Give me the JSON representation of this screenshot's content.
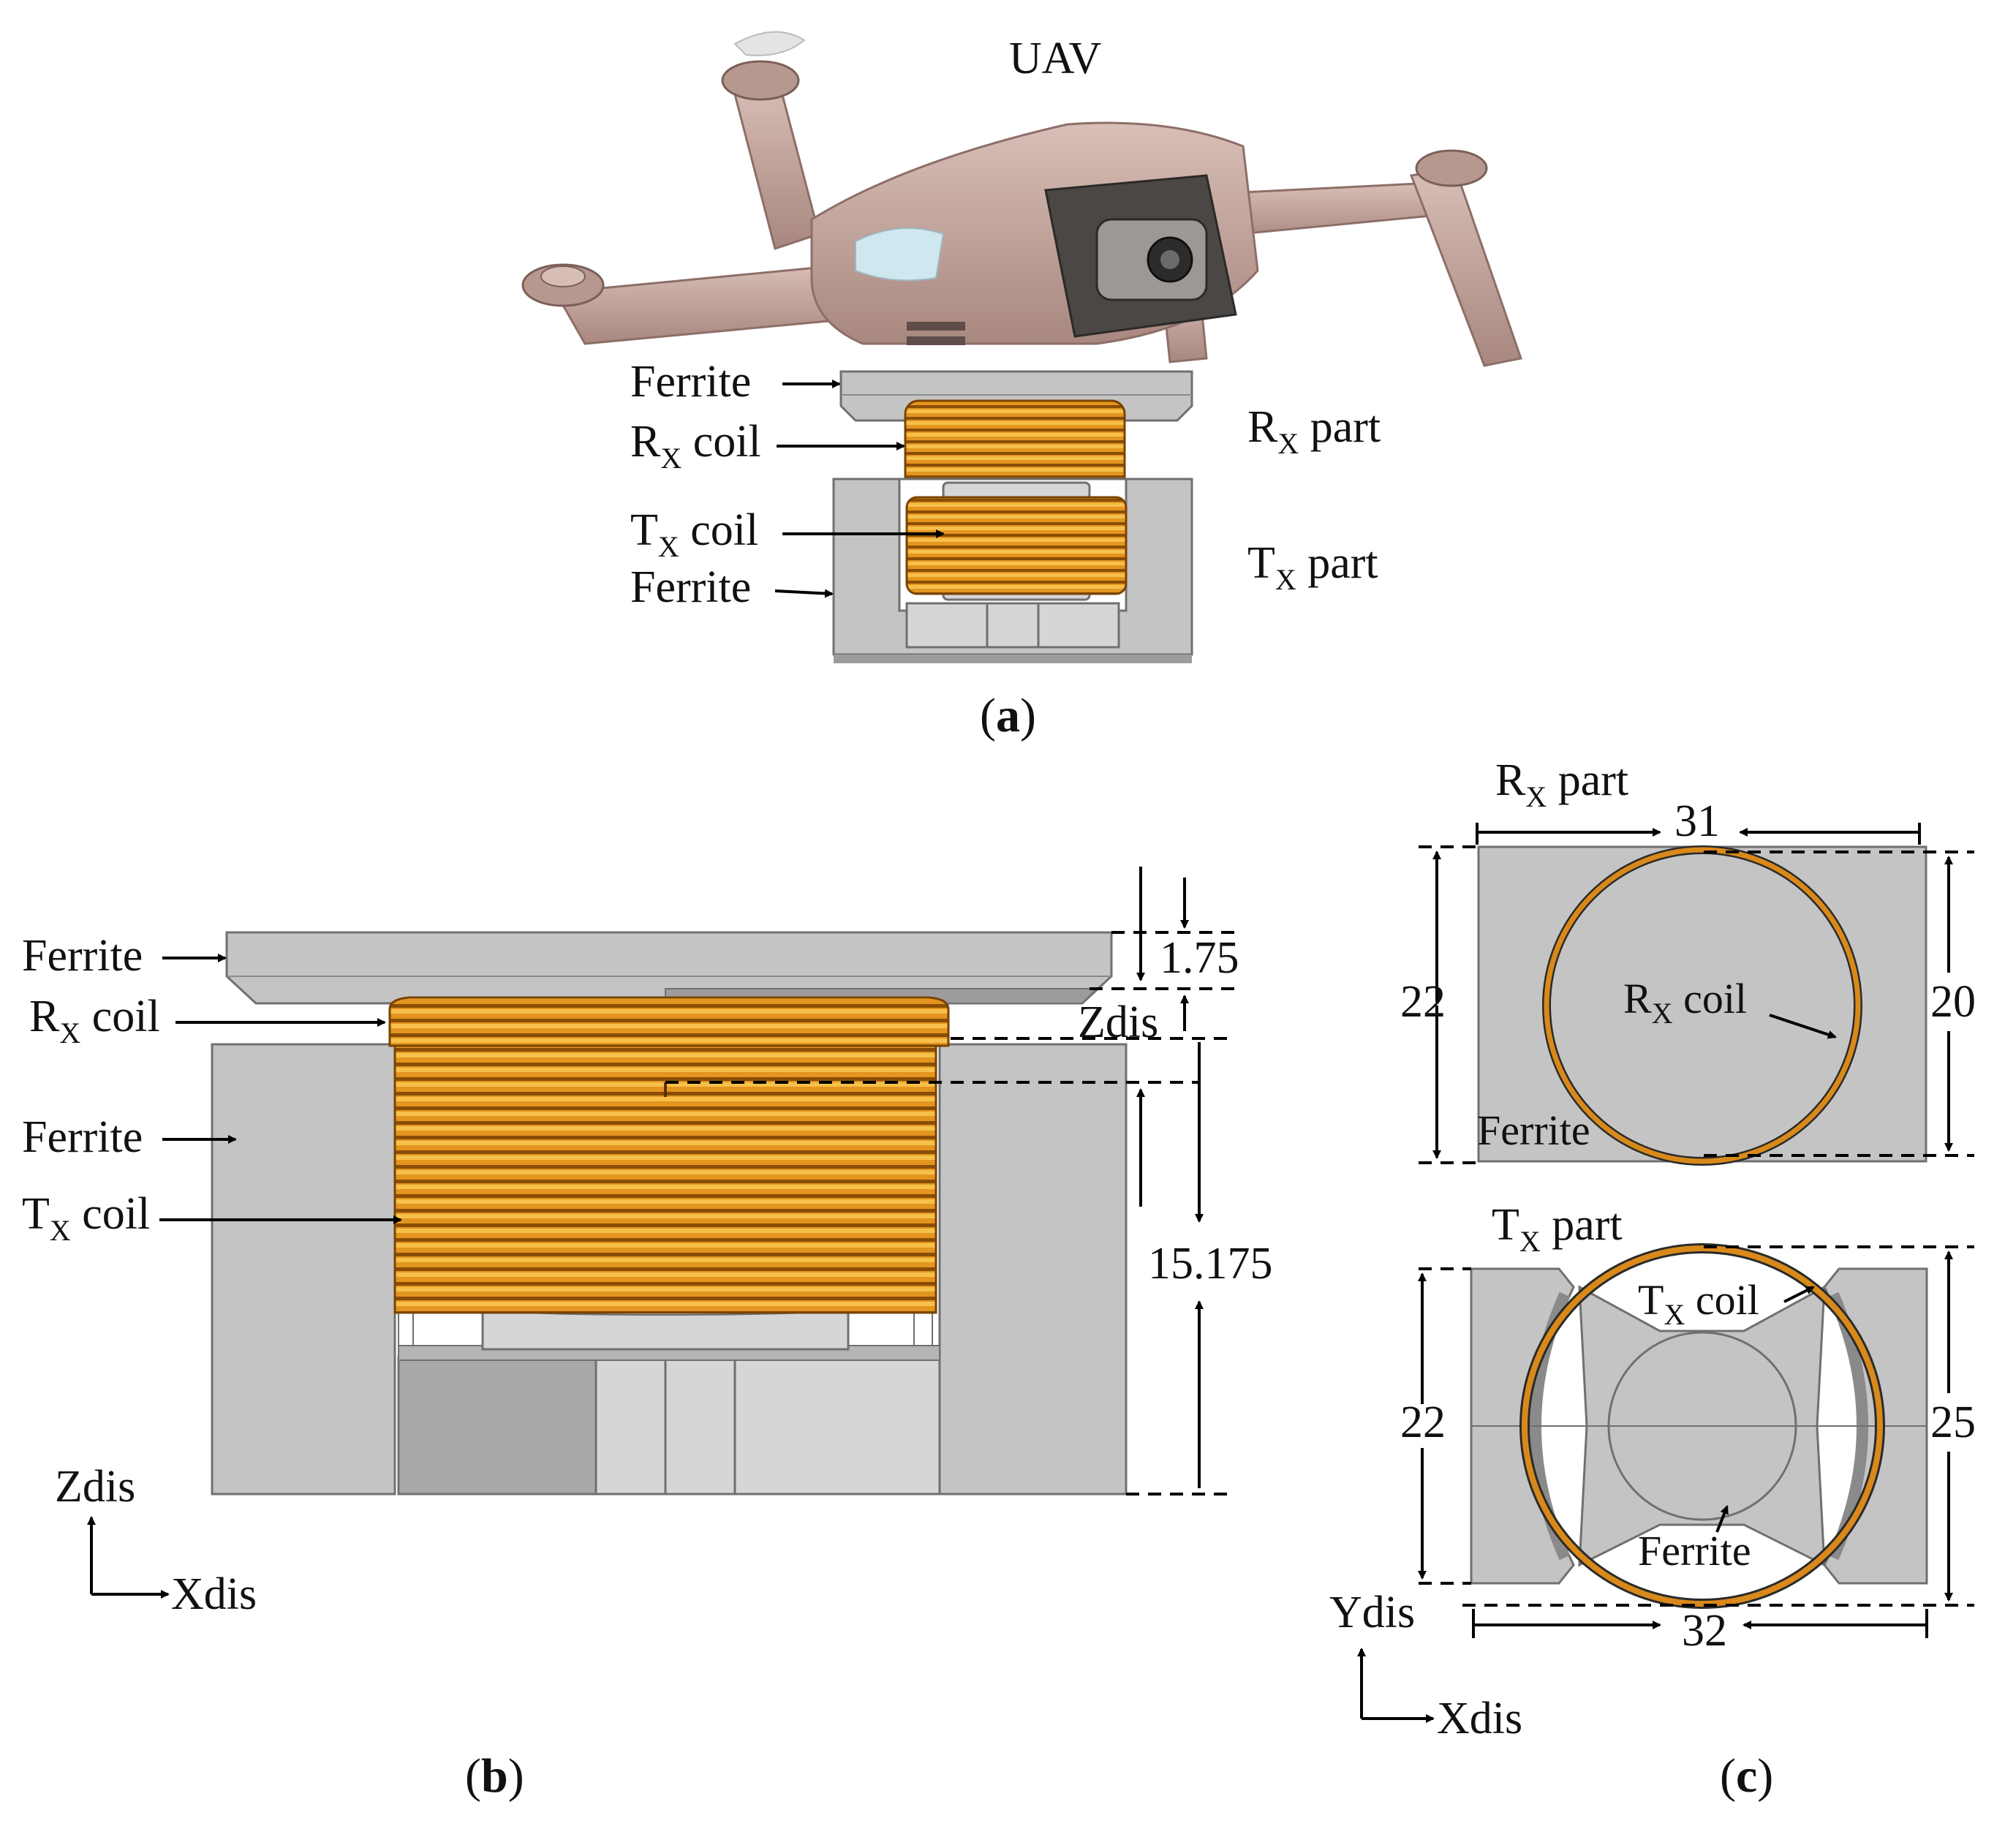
{
  "panel_a": {
    "uav_label": "UAV",
    "ferrite_top": "Ferrite",
    "rx_coil_main": "R",
    "rx_coil_sub": "X",
    "rx_coil_rest": " coil",
    "tx_coil_main": "T",
    "tx_coil_sub": "X",
    "tx_coil_rest": " coil",
    "ferrite_bottom": "Ferrite",
    "rx_part_main": "R",
    "rx_part_sub": "X",
    "rx_part_rest": " part",
    "tx_part_main": "T",
    "tx_part_sub": "X",
    "tx_part_rest": " part",
    "caption_open": "(",
    "caption_letter": "a",
    "caption_close": ")"
  },
  "panel_b": {
    "ferrite_top": "Ferrite",
    "rx_coil_main": "R",
    "rx_coil_sub": "X",
    "rx_coil_rest": " coil",
    "ferrite_side": "Ferrite",
    "tx_coil_main": "T",
    "tx_coil_sub": "X",
    "tx_coil_rest": " coil",
    "dim_thickness": "1.75",
    "dim_gap": "Zdis",
    "dim_height": "15.175",
    "axis_vertical": "Zdis",
    "axis_horizontal": "Xdis",
    "caption_open": "(",
    "caption_letter": "b",
    "caption_close": ")"
  },
  "panel_c": {
    "rx_part_main": "R",
    "rx_part_sub": "X",
    "rx_part_rest": " part",
    "dim_rx_width": "31",
    "dim_rx_left": "22",
    "dim_rx_right": "20",
    "rx_coil_main": "R",
    "rx_coil_sub": "X",
    "rx_coil_rest": " coil",
    "rx_ferrite": "Ferrite",
    "tx_part_main": "T",
    "tx_part_sub": "X",
    "tx_part_rest": " part",
    "tx_coil_main": "T",
    "tx_coil_sub": "X",
    "tx_coil_rest": " coil",
    "dim_tx_left": "22",
    "dim_tx_right": "25",
    "tx_ferrite": "Ferrite",
    "dim_tx_width": "32",
    "axis_vertical": "Ydis",
    "axis_horizontal": "Xdis",
    "caption_open": "(",
    "caption_letter": "c",
    "caption_close": ")"
  },
  "colors": {
    "coil": "#d9891a",
    "coil_dark": "#8a4d05",
    "ferrite": "#c4c4c4",
    "drone_body": "#c7aaa2"
  }
}
